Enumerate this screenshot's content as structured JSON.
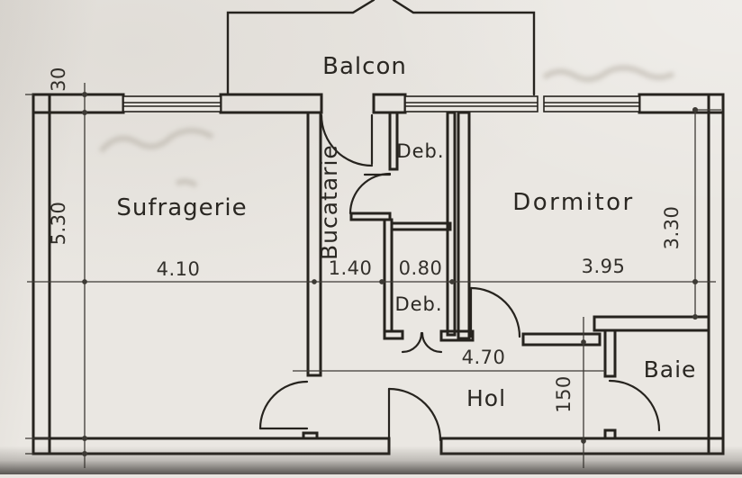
{
  "floor_plan": {
    "rooms": {
      "balcon": {
        "label": "Balcon"
      },
      "sufragerie": {
        "label": "Sufragerie"
      },
      "bucatarie": {
        "label": "Bucatarie"
      },
      "deb_upper": {
        "label": "Deb."
      },
      "dormitor": {
        "label": "Dormitor"
      },
      "deb_lower": {
        "label": "Deb."
      },
      "hol": {
        "label": "Hol"
      },
      "baie": {
        "label": "Baie"
      }
    },
    "dimensions": {
      "top_wall_thickness": "30",
      "sufragerie_depth": "5.30",
      "sufragerie_width": "4.10",
      "bucatarie_width": "1.40",
      "deb_width": "0.80",
      "dormitor_width": "3.95",
      "dormitor_depth": "3.30",
      "hol_width": "4.70",
      "hol_depth": "150"
    },
    "colors": {
      "paper": "#eae7e2",
      "ink": "#26231e",
      "dim_line": "#3d3a35"
    }
  }
}
